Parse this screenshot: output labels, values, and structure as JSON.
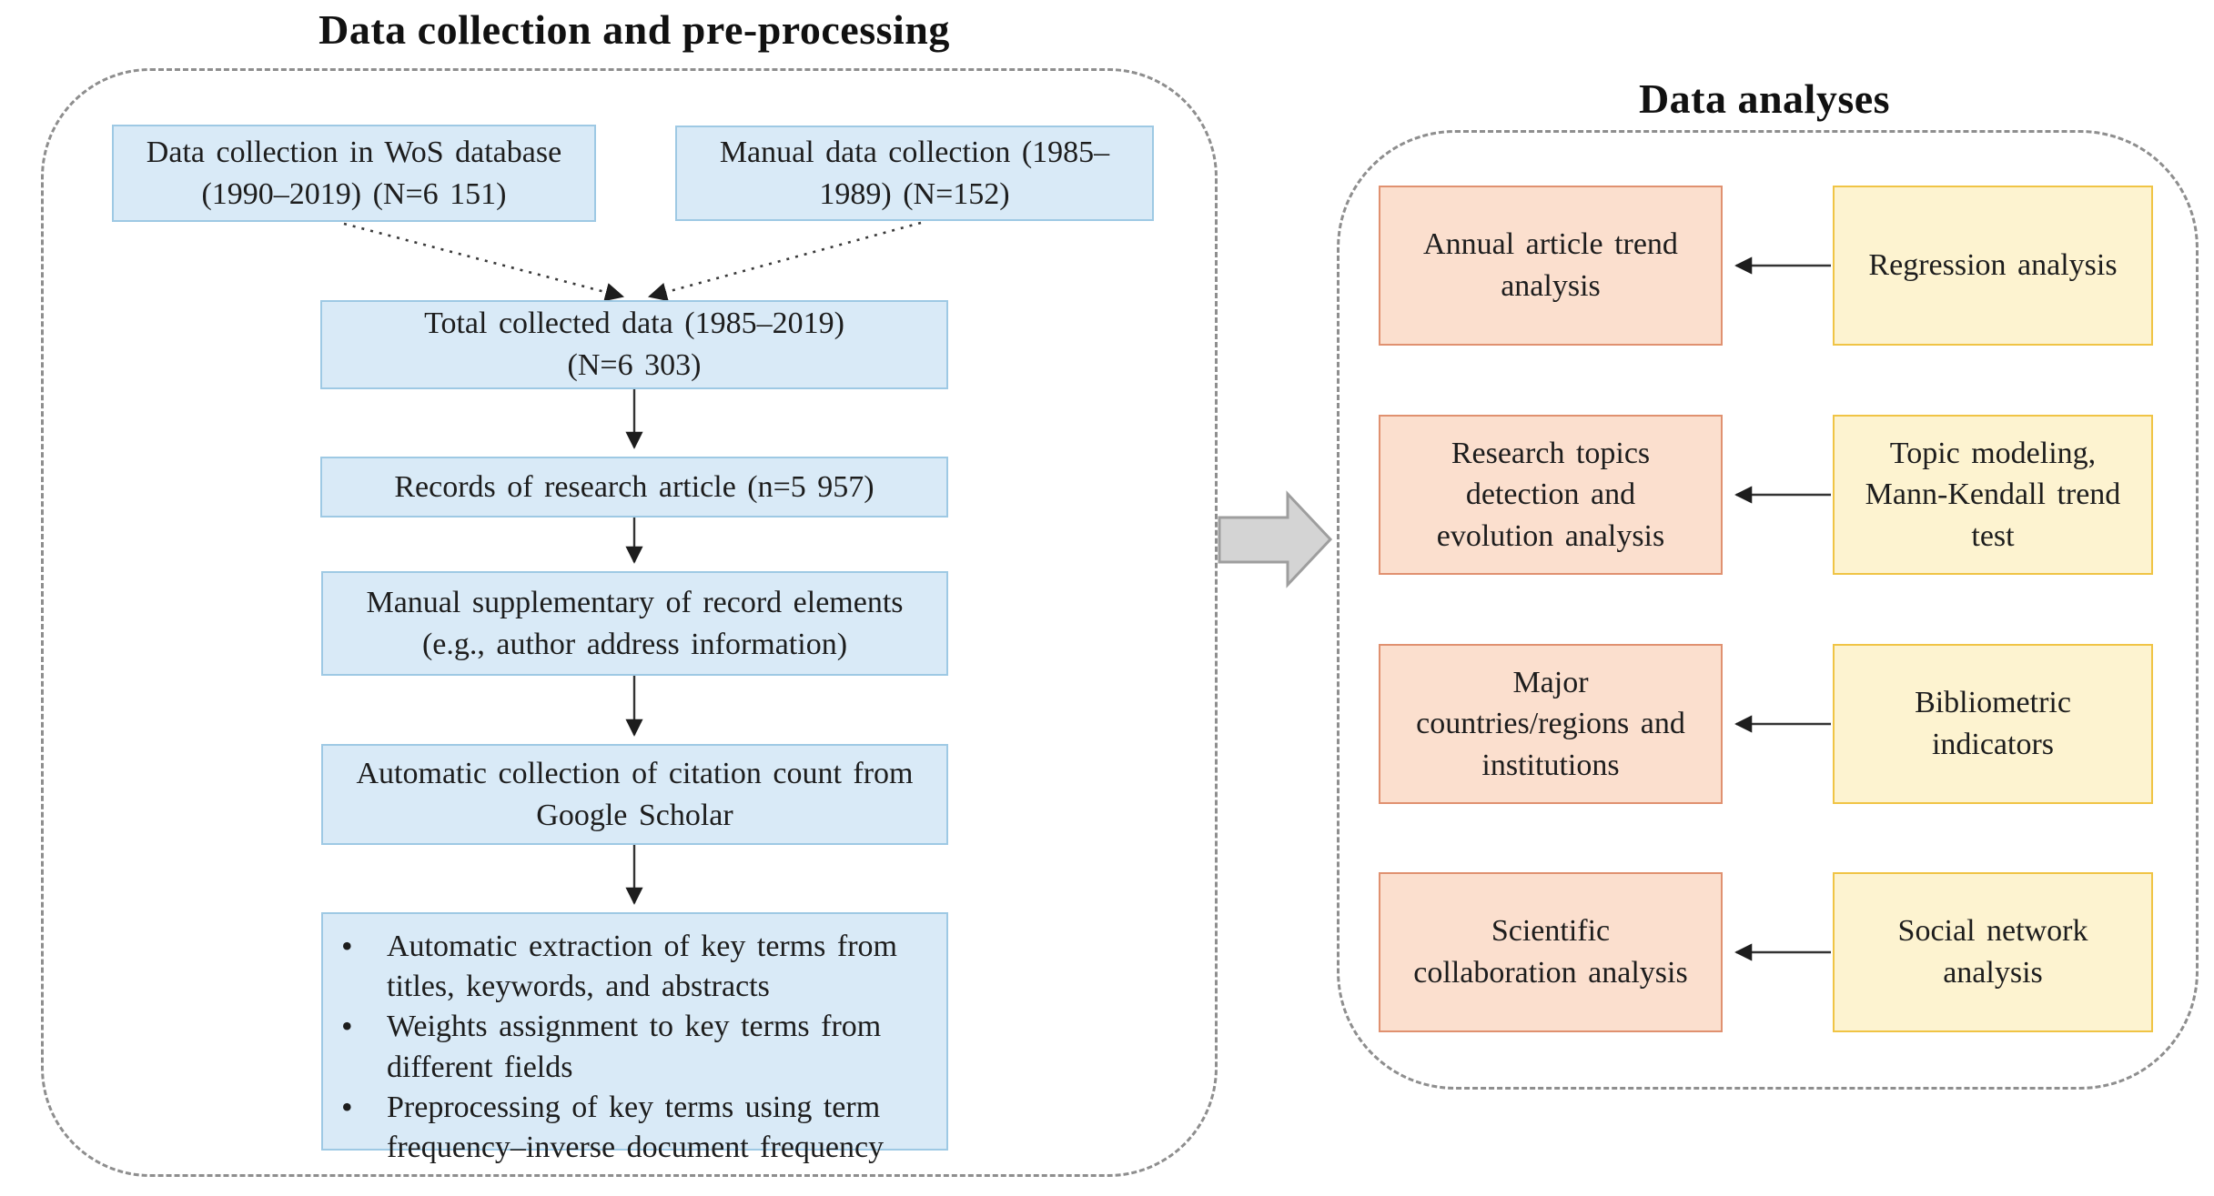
{
  "figure": {
    "left_section": {
      "title": "Data collection and pre-processing",
      "source_boxes": [
        {
          "lines": [
            "Data collection in WoS database",
            "(1990–2019) (N=6 151)"
          ]
        },
        {
          "lines": [
            "Manual data collection (1985–",
            "1989) (N=152)"
          ]
        }
      ],
      "flow_boxes": [
        {
          "lines": [
            "Total collected data (1985–2019)",
            "(N=6 303)"
          ]
        },
        {
          "lines": [
            "Records of research article (n=5 957)"
          ]
        },
        {
          "lines": [
            "Manual supplementary of record elements",
            "(e.g., author address information)"
          ]
        },
        {
          "lines": [
            "Automatic collection of citation count from",
            "Google Scholar"
          ]
        }
      ],
      "bullets": [
        "Automatic extraction of key terms from titles, keywords, and abstracts",
        "Weights assignment to key terms from different fields",
        "Preprocessing of key terms using term frequency–inverse document frequency"
      ]
    },
    "right_section": {
      "title": "Data analyses",
      "rows": [
        {
          "analysis": {
            "lines": [
              "Annual article trend",
              "analysis"
            ]
          },
          "method": {
            "lines": [
              "Regression analysis"
            ]
          }
        },
        {
          "analysis": {
            "lines": [
              "Research topics",
              "detection and",
              "evolution analysis"
            ]
          },
          "method": {
            "lines": [
              "Topic modeling,",
              "Mann-Kendall trend",
              "test"
            ]
          }
        },
        {
          "analysis": {
            "lines": [
              "Major",
              "countries/regions and",
              "institutions"
            ]
          },
          "method": {
            "lines": [
              "Bibliometric",
              "indicators"
            ]
          }
        },
        {
          "analysis": {
            "lines": [
              "Scientific",
              "collaboration analysis"
            ]
          },
          "method": {
            "lines": [
              "Social network",
              "analysis"
            ]
          }
        }
      ]
    },
    "colors": {
      "collection_box_fill": "#d9eaf7",
      "collection_box_border": "#9ec9e4",
      "analysis_box_fill": "#fbdfce",
      "analysis_box_border": "#e09170",
      "method_box_fill": "#fdf3d0",
      "method_box_border": "#f0c445",
      "dashed_outline": "#8e8e8e",
      "block_arrow_fill": "#d4d4d4",
      "block_arrow_border": "#9e9e9e",
      "connector": "#333333"
    }
  }
}
